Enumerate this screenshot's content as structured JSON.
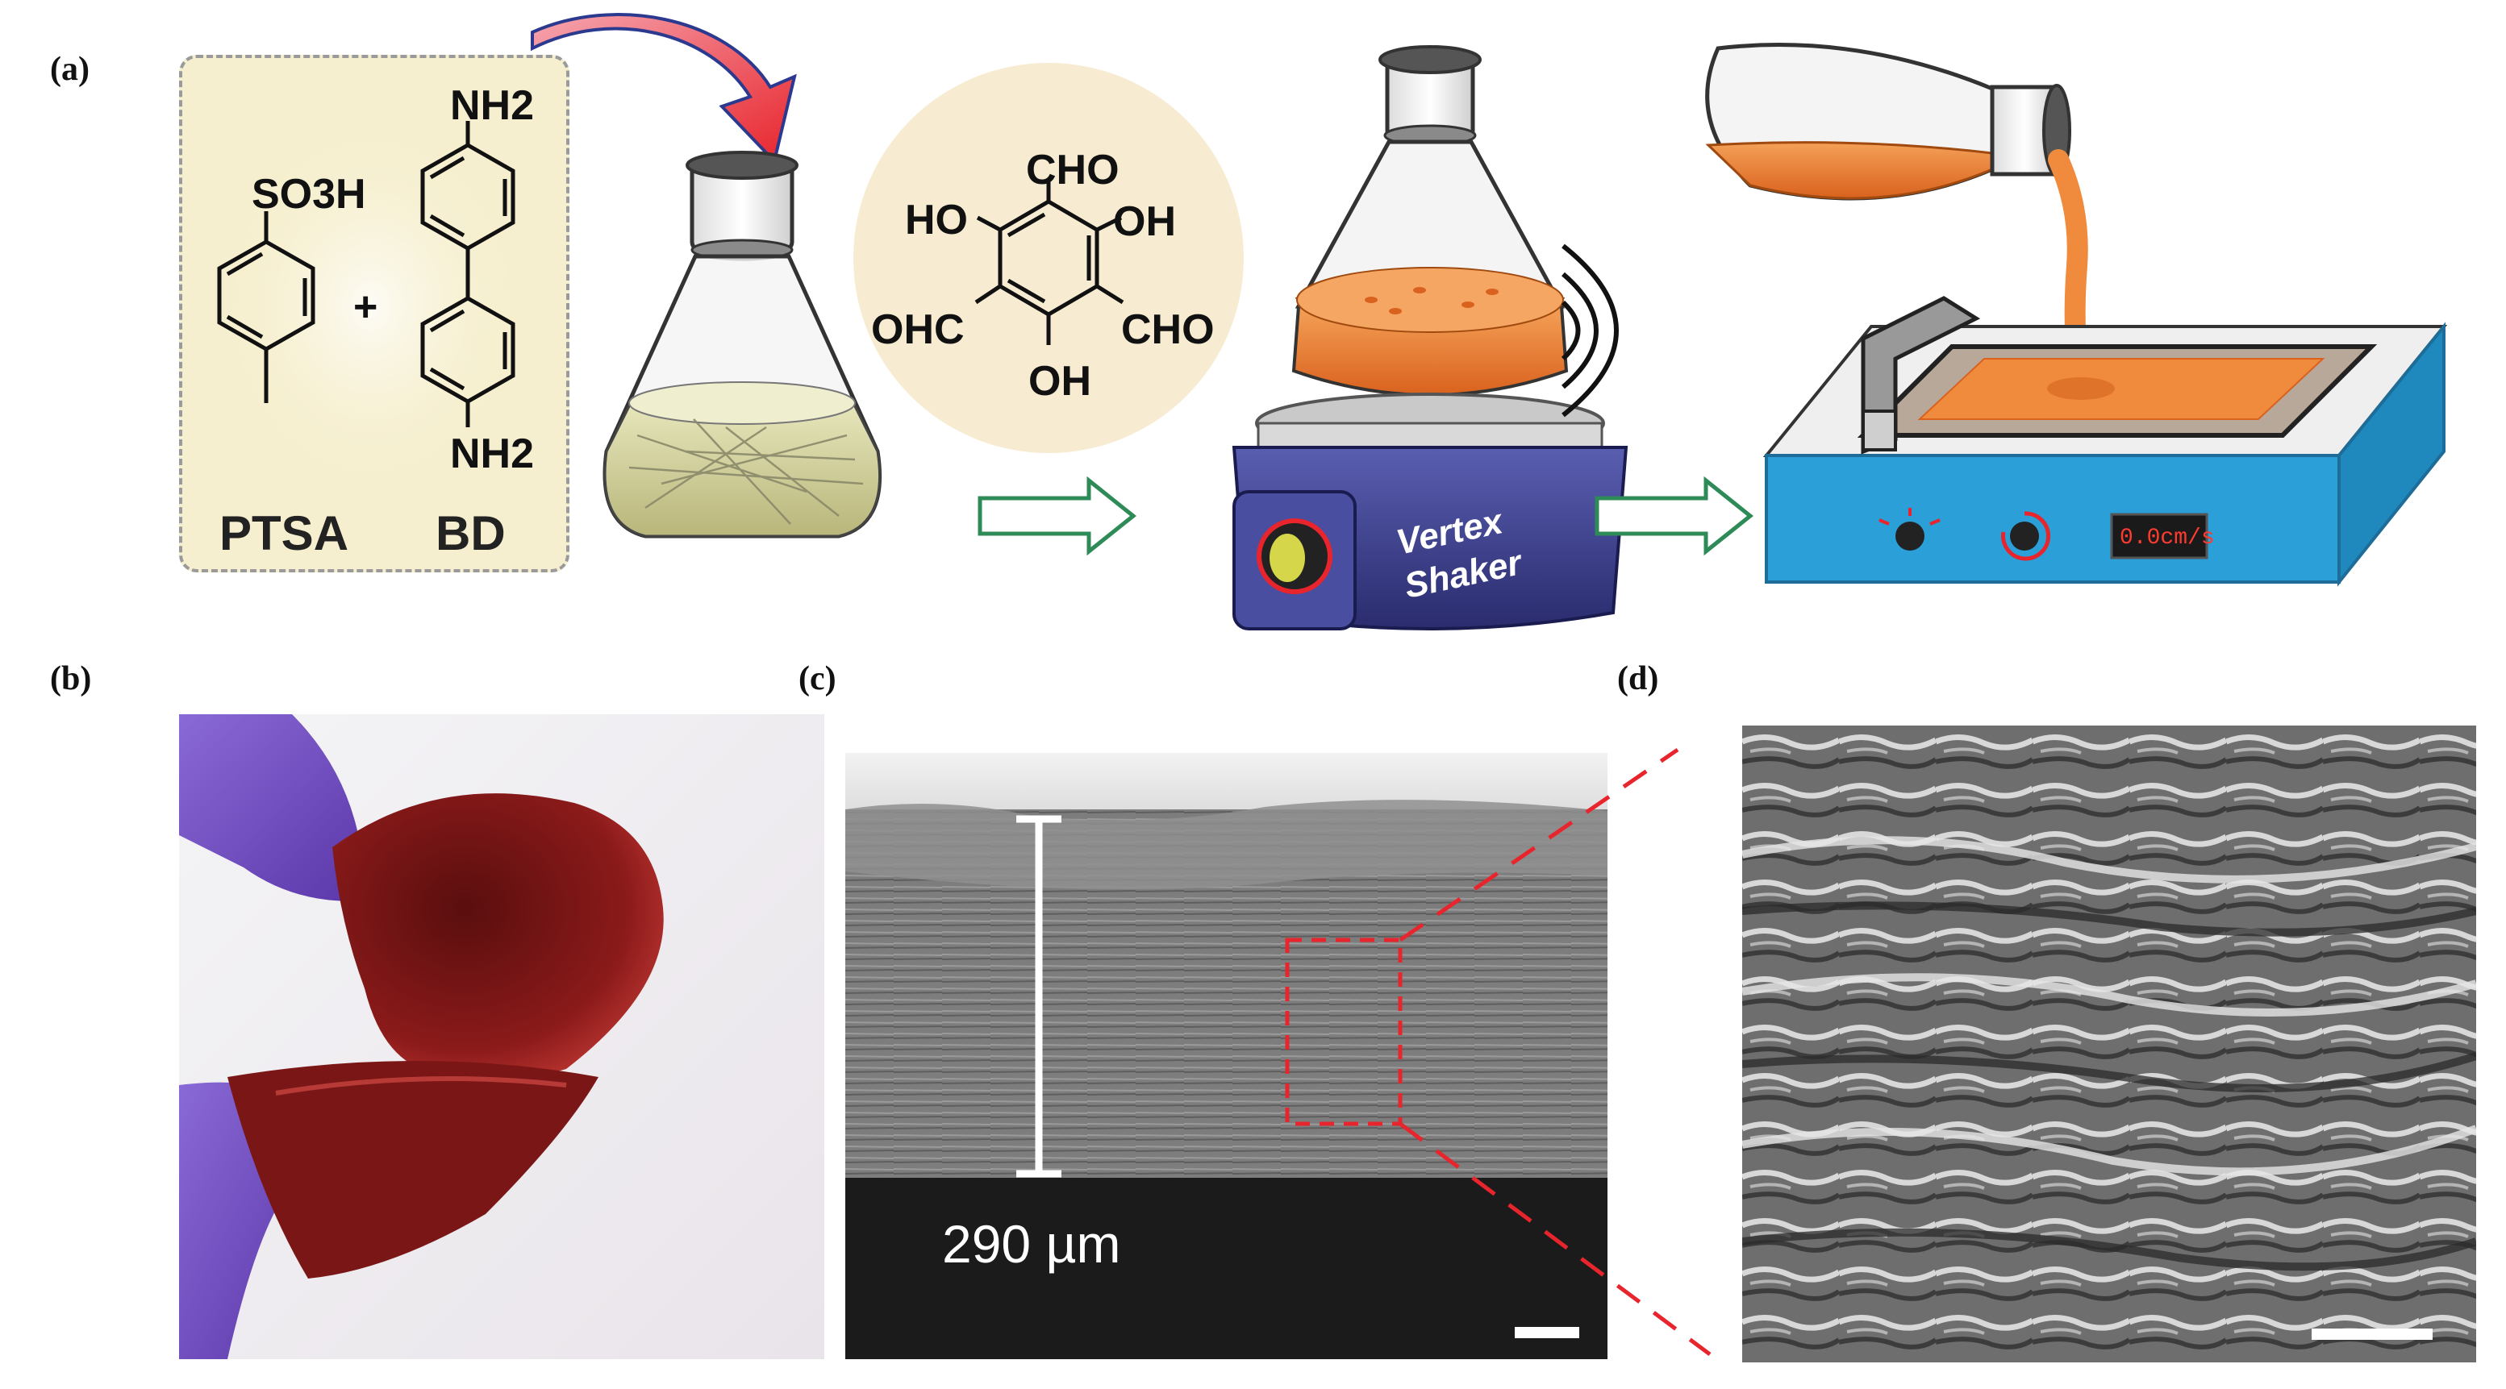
{
  "panels": {
    "a": "(a)",
    "b": "(b)",
    "c": "(c)",
    "d": "(d)"
  },
  "reagents": {
    "ptsa_group": "SO3H",
    "bd_amine": "NH2",
    "plus": "+",
    "ptsa": "PTSA",
    "bd": "BD"
  },
  "tp_molecule": {
    "cho_top": "CHO",
    "ho_left": "HO",
    "oh_right": "OH",
    "ohc_left": "OHC",
    "cho_right": "CHO",
    "oh_bottom": "OH"
  },
  "shaker": {
    "line1": "Vertex",
    "line2": "Shaker"
  },
  "coater": {
    "display": "0.0cm/s"
  },
  "sem": {
    "thickness_label": "290 µm"
  },
  "colors": {
    "arrow_green": "#2e8b57",
    "curved_arrow_red": "#e8242c",
    "orange_solution": "#f08a3c",
    "coater_blue": "#2a9fd8",
    "shaker_purple": "#3a3d8c",
    "film_red": "#8b1a1a",
    "glove_purple": "#7b4fc4",
    "reagent_box": "#f6efcf",
    "molecule_circle": "#f7ecd2"
  },
  "icons": [
    "flask-icon",
    "shaker-icon",
    "sound-waves-icon",
    "blade-coater-icon",
    "flow-arrow-icon"
  ]
}
